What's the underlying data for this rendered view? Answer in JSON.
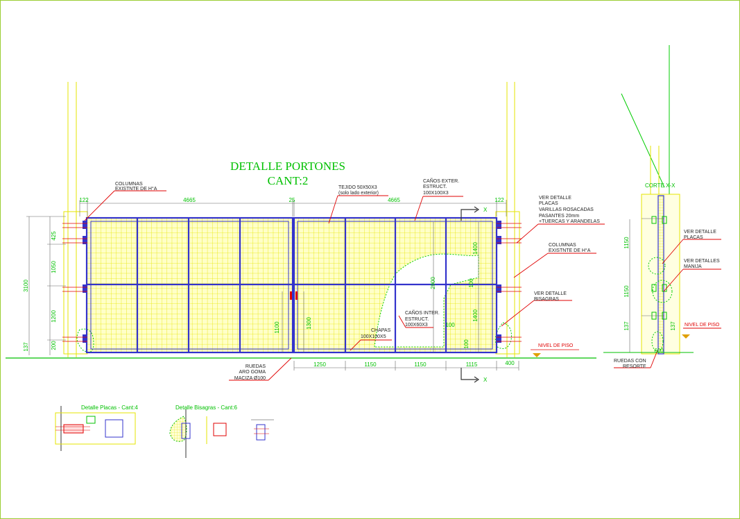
{
  "title": {
    "line1": "DETALLE PORTONES",
    "line2": "CANT:2"
  },
  "dimensions": {
    "top": [
      "122",
      "4665",
      "25",
      "4665",
      "122"
    ],
    "left_outer": "3100",
    "left_bottom": "137",
    "left_inner": [
      "425",
      "1050",
      "1200",
      "200"
    ],
    "center": [
      "1100",
      "1300",
      "1400",
      "100",
      "2900",
      "1400",
      "100",
      "100"
    ],
    "bottom": [
      "1250",
      "1150",
      "1150",
      "1115",
      "400"
    ]
  },
  "section_marker": "X",
  "labels": {
    "columnas_left": [
      "COLUMNAS",
      "EXISTNTE  DE  H°A"
    ],
    "tejido": [
      "TEJIDO  50X50X3",
      "(solo  lado  exterior)"
    ],
    "canos_exter": [
      "CAÑOS  EXTER.",
      "ESTRUCT.",
      "100X100X3"
    ],
    "ver_detalle_placas": [
      "VER  DETALLE",
      "PLACAS",
      "VARILLAS  ROSACADAS",
      "PASANTES  20mm",
      "+TUERCAS  Y  ARANDELAS"
    ],
    "columnas_right": [
      "COLUMNAS",
      "EXISTNTE  DE  H°A"
    ],
    "ver_detalle_bisagras": [
      "VER  DETALLE",
      "BISAGRAS"
    ],
    "chapas": [
      "CHAPAS",
      "100X100X5"
    ],
    "canos_inter": [
      "CAÑOS  INTER.",
      "ESTRUCT.",
      "100X60X3"
    ],
    "ruedas": [
      "RUEDAS",
      "ARO  GOMA",
      "MACIZA  Ø100"
    ],
    "nivel_piso": "NIVEL DE PISO"
  },
  "side_view": {
    "title": "CORTE X-X",
    "ver_detalle_placas": [
      "VER  DETALLE",
      "PLACAS"
    ],
    "ver_detalles_manija": [
      "VER  DETALLES",
      "MANIJA"
    ],
    "ruedas": [
      "RUEDAS  CON",
      "RESORTE"
    ],
    "nivel_piso": "NIVEL DE PISO",
    "dims": [
      "1150",
      "1150",
      "137",
      "137",
      "600"
    ]
  },
  "mini_details": {
    "a_title": "Detalle Placas - Cant:4",
    "b_title": "Detalle Bisagras - Cant:6"
  },
  "colors": {
    "frame": "#9acd32",
    "mesh": "#f0f000",
    "fill": "#ffffc8",
    "structure": "#3333cc",
    "dimension": "#00c000",
    "leader": "#e00000",
    "ground": "#00c000"
  }
}
